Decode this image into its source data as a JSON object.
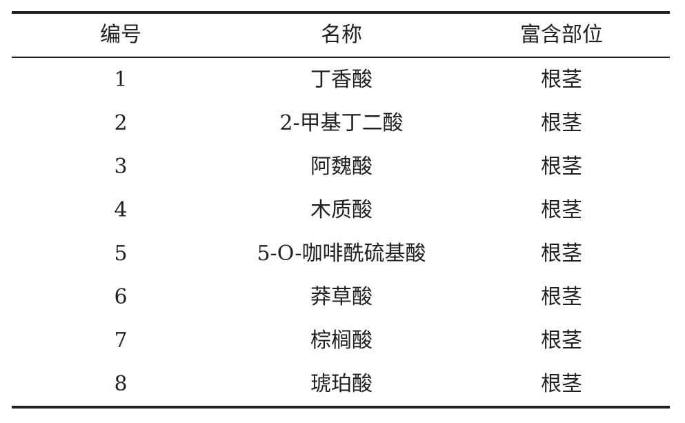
{
  "table": {
    "headers": [
      "编号",
      "名称",
      "富含部位"
    ],
    "rows": [
      [
        "1",
        "丁香酸",
        "根茎"
      ],
      [
        "2",
        "2-甲基丁二酸",
        "根茎"
      ],
      [
        "3",
        "阿魏酸",
        "根茎"
      ],
      [
        "4",
        "木质酸",
        "根茎"
      ],
      [
        "5",
        "5-O-咖啡酰硫基酸",
        "根茎"
      ],
      [
        "6",
        "莽草酸",
        "根茎"
      ],
      [
        "7",
        "棕榈酸",
        "根茎"
      ],
      [
        "8",
        "琥珀酸",
        "根茎"
      ]
    ]
  }
}
